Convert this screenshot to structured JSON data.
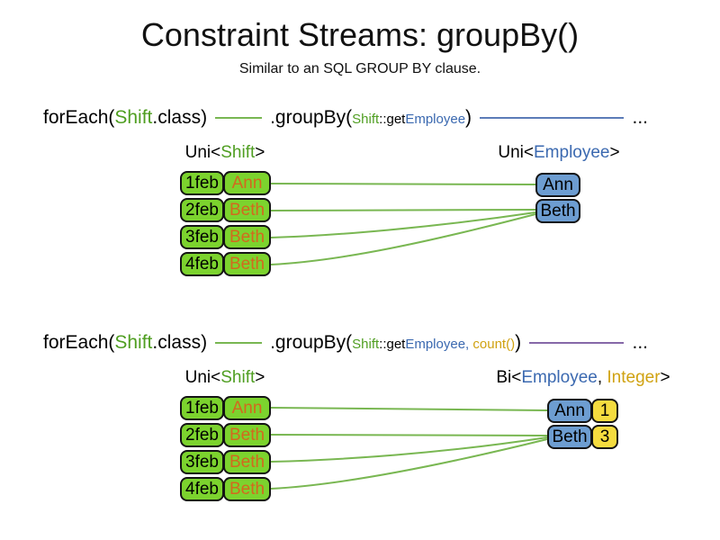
{
  "title": "Constraint Streams: groupBy()",
  "subtitle": "Similar to an SQL GROUP BY clause.",
  "colors": {
    "shift_green_text": "#4f9e21",
    "employee_blue_text": "#3b69b0",
    "integer_gold_text": "#d0a211",
    "employee_name_orange": "#d2691e",
    "shift_box_green": "#7cd32e",
    "employee_box_blue": "#6d9dd1",
    "count_box_yellow": "#f5dc3f",
    "connector_green": "#79b752",
    "connector_blue": "#5c7cb8",
    "connector_purple": "#8668a8"
  },
  "section1": {
    "code": {
      "foreach_open": "forEach(",
      "foreach_type": "Shift",
      "foreach_close": ".class)",
      "groupby_open": ".groupBy(",
      "arg_type": "Shift",
      "arg_getter": "::get",
      "arg_prop": "Employee",
      "groupby_close": ")",
      "ellipsis": "..."
    },
    "source_label": {
      "pre": "Uni<",
      "type": "Shift",
      "post": ">"
    },
    "result_label": {
      "pre": "Uni<",
      "type": "Employee",
      "post": ">"
    },
    "rows": [
      {
        "date": "1feb",
        "employee": "Ann"
      },
      {
        "date": "2feb",
        "employee": "Beth"
      },
      {
        "date": "3feb",
        "employee": "Beth"
      },
      {
        "date": "4feb",
        "employee": "Beth"
      }
    ],
    "groups": [
      {
        "employee": "Ann"
      },
      {
        "employee": "Beth"
      }
    ]
  },
  "section2": {
    "code": {
      "foreach_open": "forEach(",
      "foreach_type": "Shift",
      "foreach_close": ".class)",
      "groupby_open": ".groupBy(",
      "arg_type": "Shift",
      "arg_getter": "::get",
      "arg_prop": "Employee,",
      "arg_count": " count()",
      "groupby_close": ")",
      "ellipsis": "..."
    },
    "source_label": {
      "pre": "Uni<",
      "type": "Shift",
      "post": ">"
    },
    "result_label": {
      "pre": "Bi<",
      "type_a": "Employee",
      "sep": ", ",
      "type_b": "Integer",
      "post": ">"
    },
    "rows": [
      {
        "date": "1feb",
        "employee": "Ann"
      },
      {
        "date": "2feb",
        "employee": "Beth"
      },
      {
        "date": "3feb",
        "employee": "Beth"
      },
      {
        "date": "4feb",
        "employee": "Beth"
      }
    ],
    "groups": [
      {
        "employee": "Ann",
        "count": "1"
      },
      {
        "employee": "Beth",
        "count": "3"
      }
    ]
  }
}
